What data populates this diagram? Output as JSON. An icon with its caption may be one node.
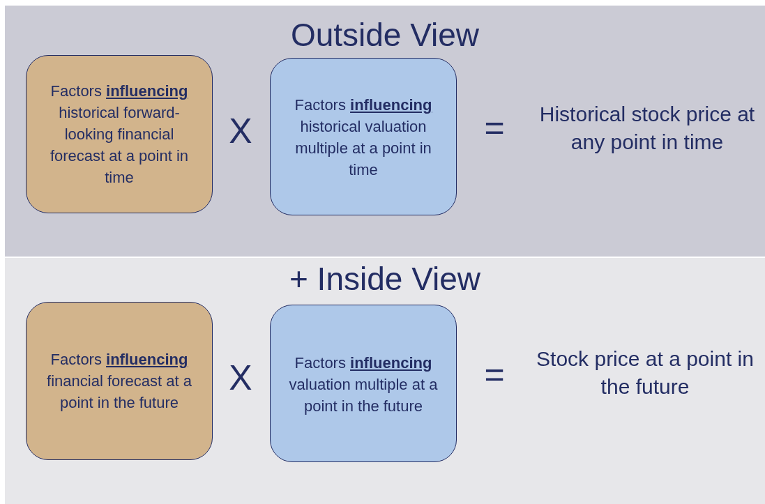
{
  "diagram": {
    "nodes": [
      {
        "text": [
          "Outside View"
        ]
      },
      {
        "text": [
          "Factors **influencing** historical forward-looking financial forecast at a point in time"
        ],
        "in": 0
      },
      {
        "text": [
          "Factors **influencing** historical valuation multiple at a point in time"
        ],
        "in": 0
      },
      {
        "text": [
          "+ Inside View"
        ]
      },
      {
        "text": [
          "Factors **influencing** financial forecast at a point in the future"
        ],
        "in": 3
      },
      {
        "text": [
          "Factors **influencing** valuation multiple at a point in the future"
        ],
        "in": 3
      }
    ],
    "edges": [],
    "labels": [
      "X",
      "=",
      "Historical stock price at any point in time",
      "X",
      "=",
      "Stock price at a point in the future"
    ]
  }
}
